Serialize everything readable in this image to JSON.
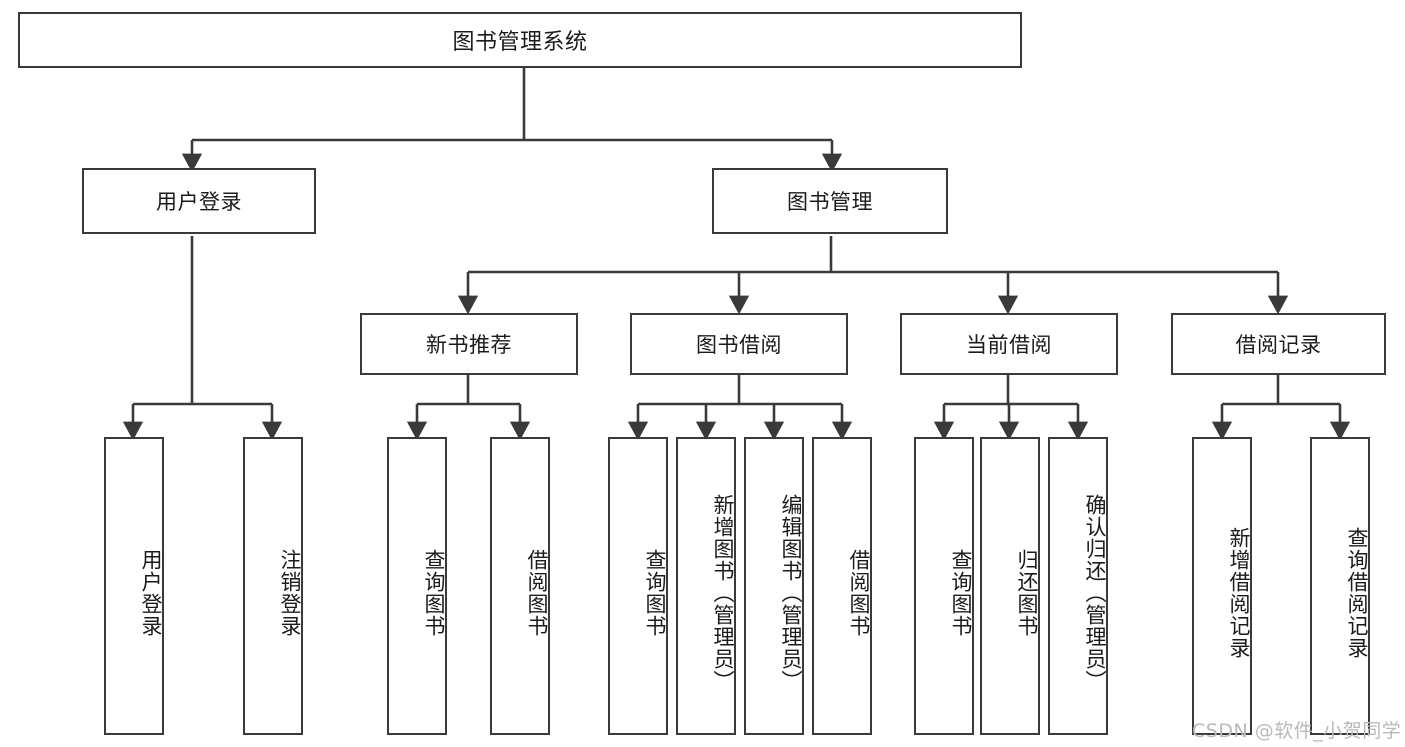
{
  "diagram": {
    "title": "图书管理系统",
    "type": "functional-structure-tree",
    "watermark": "CSDN @软件_小贺同学",
    "colors": {
      "stroke": "#3a3a3a",
      "fill": "#ffffff",
      "text": "#1b1b1b",
      "watermark": "#b9b9b9"
    },
    "nodes": {
      "root": {
        "label": "图书管理系统"
      },
      "level2": [
        {
          "id": "user-login",
          "label": "用户登录"
        },
        {
          "id": "book-manage",
          "label": "图书管理"
        }
      ],
      "level3": [
        {
          "id": "new-book-recommend",
          "label": "新书推荐"
        },
        {
          "id": "book-borrow",
          "label": "图书借阅"
        },
        {
          "id": "current-borrow",
          "label": "当前借阅"
        },
        {
          "id": "borrow-record",
          "label": "借阅记录"
        }
      ],
      "leaves": {
        "user_login": [
          {
            "id": "leaf-user-login",
            "label": "用户登录"
          },
          {
            "id": "leaf-logout-login",
            "label": "注销登录"
          }
        ],
        "new_book_recommend": [
          {
            "id": "leaf-query-book-1",
            "label": "查询图书"
          },
          {
            "id": "leaf-borrow-book-1",
            "label": "借阅图书"
          }
        ],
        "book_borrow": [
          {
            "id": "leaf-query-book-2",
            "label": "查询图书"
          },
          {
            "id": "leaf-add-book",
            "label": "新增图书（管理员）"
          },
          {
            "id": "leaf-edit-book",
            "label": "编辑图书（管理员）"
          },
          {
            "id": "leaf-borrow-book-2",
            "label": "借阅图书"
          }
        ],
        "current_borrow": [
          {
            "id": "leaf-query-book-3",
            "label": "查询图书"
          },
          {
            "id": "leaf-return-book",
            "label": "归还图书"
          },
          {
            "id": "leaf-confirm-return",
            "label": "确认归还（管理员）"
          }
        ],
        "borrow_record": [
          {
            "id": "leaf-add-record",
            "label": "新增借阅记录"
          },
          {
            "id": "leaf-query-record",
            "label": "查询借阅记录"
          }
        ]
      }
    }
  }
}
